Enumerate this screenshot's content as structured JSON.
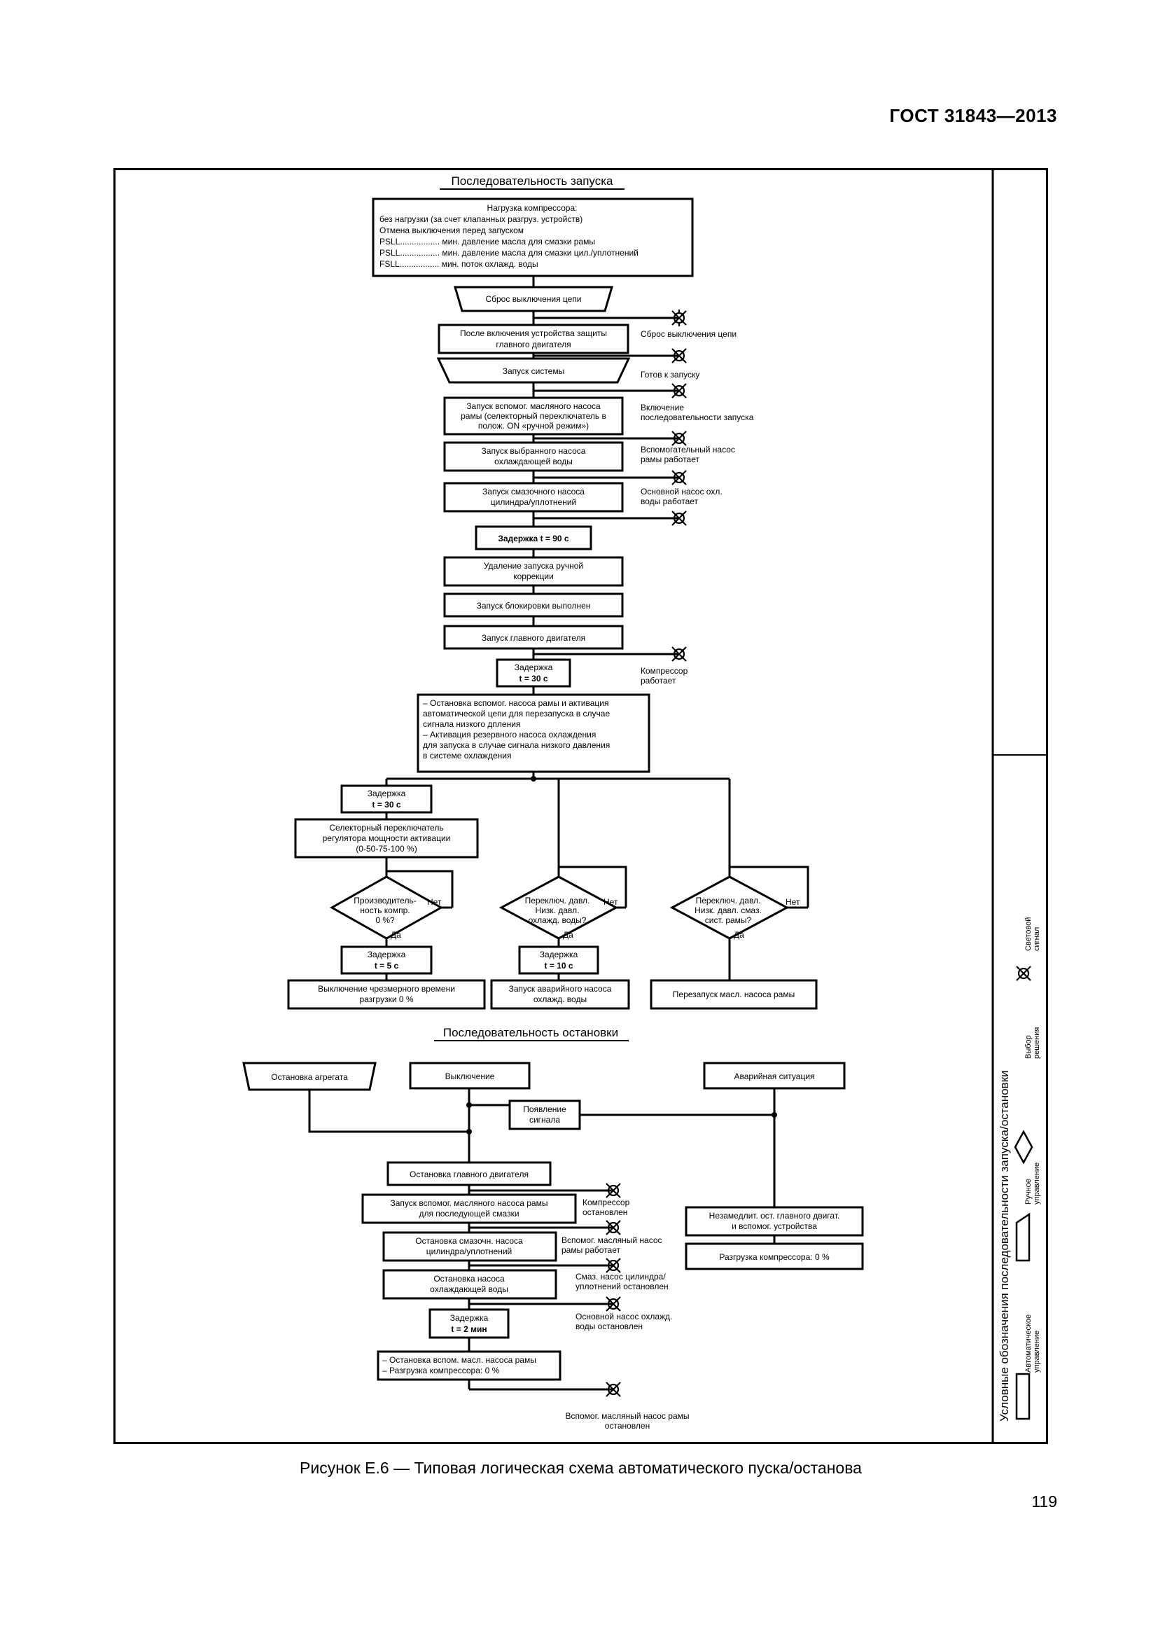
{
  "header": {
    "standard": "ГОСТ 31843—2013"
  },
  "startup": {
    "title": "Последовательность запуска",
    "load_box": [
      "Нагрузка компрессора:",
      "без нагрузки (за счет клапанных разгруз. устройств)",
      "Отмена выключения перед запуском",
      "PSLL................. мин. давление масла для смазки рамы",
      "PSLL................. мин. давление масла для смазки цил./уплотнений",
      "FSLL................. мин. поток охлажд. воды"
    ],
    "trip_reset": "Сброс выключения цепи",
    "after_protection": [
      "После включения устройства защиты",
      "главного двигателя"
    ],
    "lamp_trip_reset": "Сброс выключения цепи",
    "system_start": "Запуск системы",
    "lamp_ready": "Готов к запуску",
    "aux_oil_pump": [
      "Запуск вспомог. масляного насоса",
      "рамы (селекторный переключатель в",
      "полож. ON «ручной режим»)"
    ],
    "lamp_sequence_on": [
      "Включение",
      "последовательности запуска"
    ],
    "cooling_pump": [
      "Запуск выбранного насоса",
      "охлаждающей воды"
    ],
    "lamp_aux_pump_running": [
      "Вспомогательный насос",
      "рамы работает"
    ],
    "cyl_lube_pump": [
      "Запуск смазочного насоса",
      "цилиндра/уплотнений"
    ],
    "lamp_cooling_running": [
      "Основной насос охл.",
      "воды работает"
    ],
    "delay_90": "Задержка t = 90 с",
    "remove_manual": [
      "Удаление запуска ручной",
      "коррекции"
    ],
    "interlock_done": "Запуск блокировки выполнен",
    "main_motor_start": "Запуск главного двигателя",
    "delay_30a": [
      "Задержка",
      "t = 30 с"
    ],
    "lamp_compressor_running": [
      "Компрессор",
      "работает"
    ],
    "activation_box": [
      "– Остановка вспомог. насоса рамы и активация",
      "автоматической цепи для перезапуска в случае",
      "сигнала низкого дпления",
      "– Активация резервного насоса охлаждения",
      "для запуска в случае сигнала низкого давления",
      "в системе охлаждения"
    ],
    "delay_30b": [
      "Задержка",
      "t = 30 с"
    ],
    "selector_switch": [
      "Селекторный переключатель",
      "регулятора мощности активации",
      "(0-50-75-100 %)"
    ],
    "decision_capacity": [
      "Производитель-",
      "ность компр.",
      "0 %?"
    ],
    "decision_cooling": [
      "Переключ. давл.",
      "Низк. давл.",
      "охлажд. воды?"
    ],
    "decision_lube": [
      "Переключ. давл.",
      "Низк. давл. смаз.",
      "сист. рамы?"
    ],
    "no": "Нет",
    "yes": "Да",
    "delay_5": [
      "Задержка",
      "t = 5 с"
    ],
    "delay_10": [
      "Задержка",
      "t = 10 с"
    ],
    "unload_off": [
      "Выключение чрезмерного времени",
      "разгрузки 0 %"
    ],
    "emergency_pump": [
      "Запуск аварийного насоса",
      "охлажд. воды"
    ],
    "restart_frame_pump": "Перезапуск масл. насоса рамы"
  },
  "shutdown": {
    "title": "Последовательность остановки",
    "unit_stop": "Остановка агрегата",
    "switch_off": "Выключение",
    "emergency": "Аварийная ситуация",
    "signal": [
      "Появление",
      "сигнала"
    ],
    "main_motor_stop": "Остановка главного двигателя",
    "aux_oil_start": [
      "Запуск вспомог. масляного насоса рамы",
      "для последующей смазки"
    ],
    "lamp_compressor_stopped": [
      "Компрессор",
      "остановлен"
    ],
    "immediate_stop": [
      "Незамедлит. ост. главного двигат.",
      "и вспомог. устройства"
    ],
    "lube_pump_stop": [
      "Остановка смазочн. насоса",
      "цилиндра/уплотнений"
    ],
    "lamp_aux_oil_running": [
      "Вспомог. масляный насос",
      "рамы работает"
    ],
    "unload_zero": "Разгрузка компрессора: 0 %",
    "cooling_pump_stop": [
      "Остановка насоса",
      "охлаждающей воды"
    ],
    "lamp_lube_stopped": [
      "Смаз. насос цилиндра/",
      "уплотнений остановлен"
    ],
    "delay_2": [
      "Задержка",
      "t = 2 мин"
    ],
    "lamp_cooling_stopped": [
      "Основной насос охлажд.",
      "воды остановлен"
    ],
    "final_box": [
      "– Остановка вспом. масл. насоса рамы",
      "– Разгрузка компрессора: 0 %"
    ],
    "lamp_aux_stopped": [
      "Вспомог. масляный насос рамы",
      "остановлен"
    ]
  },
  "legend": {
    "title": "Условные обозначения последовательности запуска/остановки",
    "auto_control": [
      "Автоматическое",
      "управление"
    ],
    "manual_control": [
      "Ручное",
      "управление"
    ],
    "decision": [
      "Выбор",
      "решения"
    ],
    "light_signal": [
      "Световой",
      "сигнал"
    ]
  },
  "caption": "Рисунок Е.6 — Типовая логическая схема автоматического пуска/останова",
  "page_number": "119"
}
